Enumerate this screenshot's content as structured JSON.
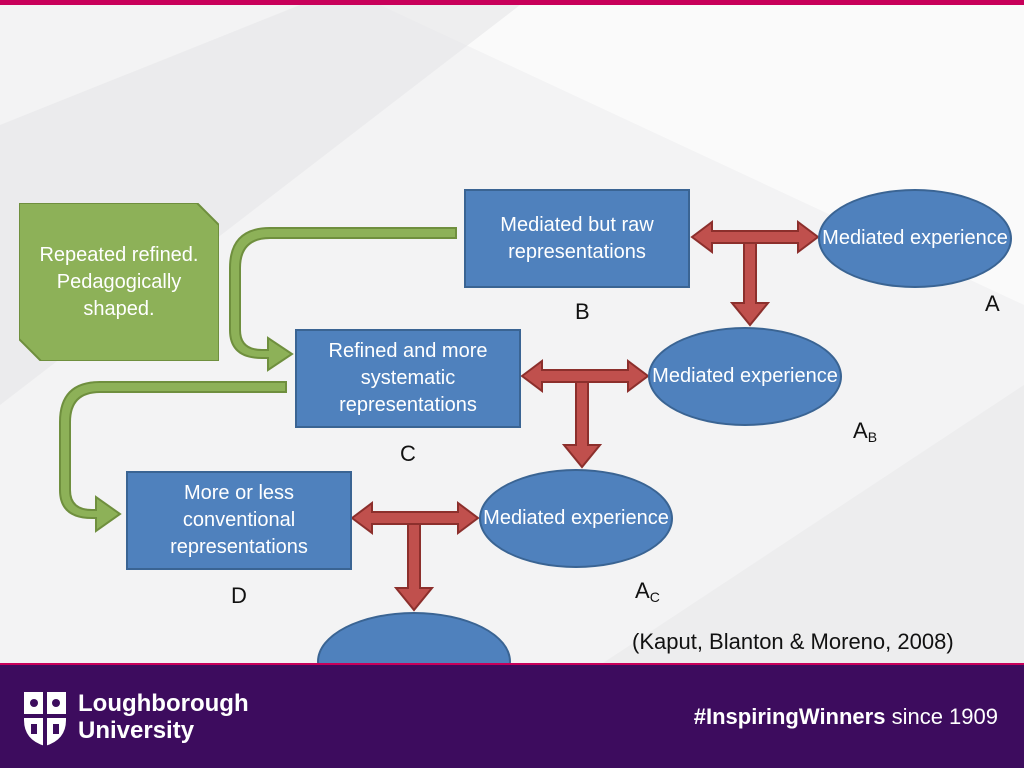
{
  "diagram": {
    "note": "Repeated refined. Pedagogically shaped.",
    "box_b": "Mediated but raw representations",
    "box_c": "Refined and more systematic representations",
    "box_d": "More or less conventional representations",
    "ellipse_a": "Mediated experience",
    "ellipse_ab": "Mediated experience",
    "ellipse_ac": "Mediated experience",
    "ellipse_next": "…",
    "label_b": "B",
    "label_c": "C",
    "label_d": "D",
    "label_a": "A",
    "label_ab_main": "A",
    "label_ab_sub": "B",
    "label_ac_main": "A",
    "label_ac_sub": "C",
    "citation": "(Kaput, Blanton & Moreno, 2008)"
  },
  "footer": {
    "university_line1": "Loughborough",
    "university_line2": "University",
    "slogan_bold": "#InspiringWinners",
    "slogan_rest": " since 1909"
  },
  "colors": {
    "box_fill": "#4f81bd",
    "note_fill": "#8db158",
    "arrow_red": "#c0504d",
    "footer_bg": "#3d0c5e",
    "accent_pink": "#c8005a"
  }
}
